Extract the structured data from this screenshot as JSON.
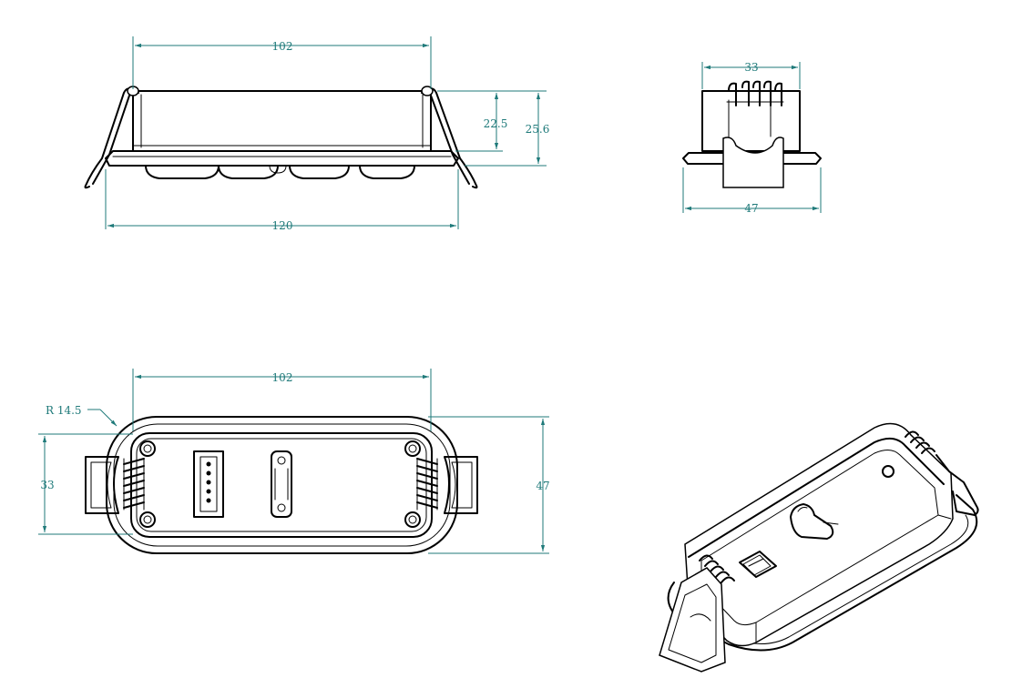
{
  "dimensions": {
    "front_top_width": "102",
    "front_bottom_width": "120",
    "front_height_inner": "22.5",
    "front_height_outer": "25.6",
    "side_top_width": "33",
    "side_bottom_width": "47",
    "bottom_width": "102",
    "bottom_radius": "R 14.5",
    "bottom_height_left": "33",
    "bottom_height_right": "47"
  },
  "colors": {
    "dimension": "#1f7a7a",
    "outline": "#000000",
    "background": "#ffffff"
  }
}
